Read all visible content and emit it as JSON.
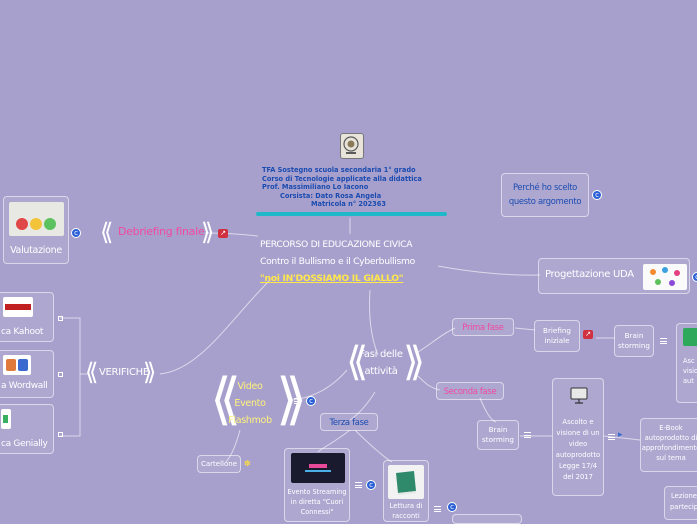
{
  "header": {
    "line1": "TFA Sostegno scuola secondaria 1° grado",
    "line2": "Corso di Tecnologie applicate alla didattica",
    "line3": "Prof. Massimiliano Lo Iacono",
    "line4": "Corsista: Dato Rosa Angela",
    "line5": "Matricola n° 202363",
    "seal_icon": "university-seal-icon",
    "underline_color": "#1fb8c8"
  },
  "central": {
    "line1": "PERCORSO DI EDUCAZIONE CIVICA",
    "line2": "Contro il Bullismo e il Cyberbullismo",
    "line3": "\"noi IN'DOSSIAMO IL GIALLO\""
  },
  "nodes": {
    "debriefing": "Debriefing finale",
    "valutazione": "Valutazione",
    "verifiche": "VERIFICHE",
    "kahoot": "ca Kahoot",
    "wordwall": "a Wordwall",
    "genially": "ca Genially",
    "perche": "Perché ho scelto questo argomento",
    "progettazione": "Progettazione UDA",
    "fasi": "Fasi delle attività",
    "video": "Video Evento Flashmob",
    "cartellone": "Cartellone",
    "prima_fase": "Prima fase",
    "briefing": "Briefing iniziale",
    "brainstorming1": "Brain storming",
    "seconda_fase": "Seconda fase",
    "brainstorming2": "Brain storming",
    "ascolto": "Ascolto e visione di un video autoprodotto Legge 17/4 del 2017",
    "ebook": "E-Book autoprodotto di approfondimento sul tema",
    "lezione": "Lezione partecip",
    "terza_fase": "Terza fase",
    "evento": "Evento Streaming in diretta \"Cuori Connessi\"",
    "lettura": "Lettura di racconti",
    "partial_right": "Asc visione aut"
  },
  "colors": {
    "background": "#a8a0cc",
    "pink_label": "#f04aa0",
    "yellow_label": "#fff27a",
    "central_highlight": "#ffe84a"
  }
}
